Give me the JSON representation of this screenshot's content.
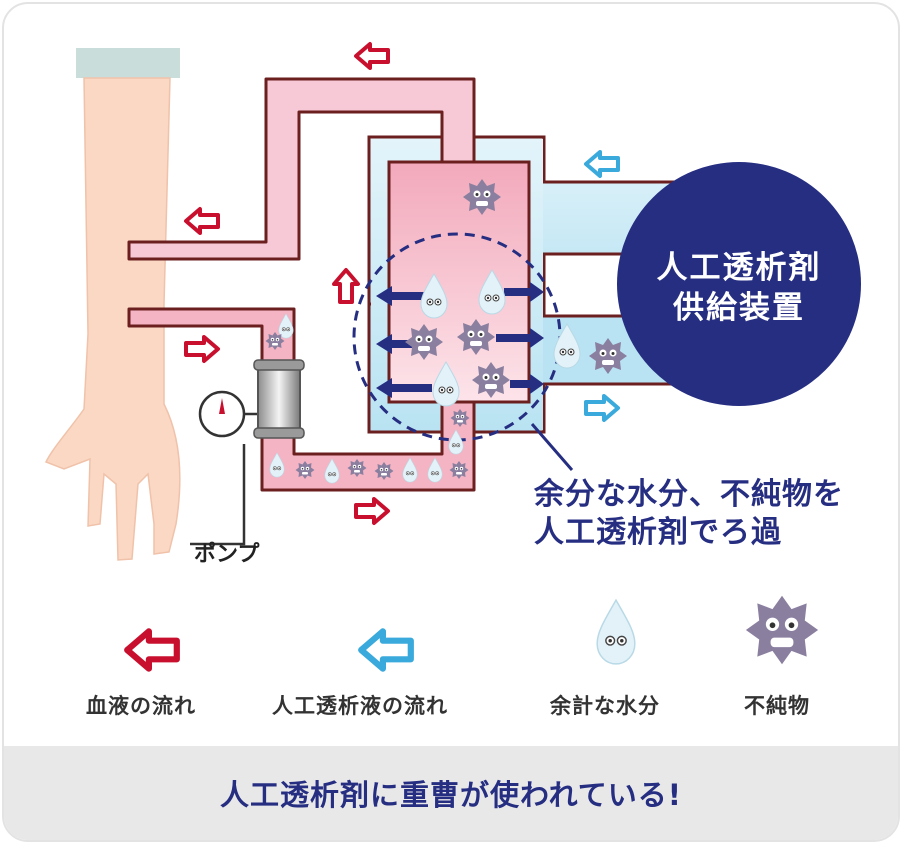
{
  "device": {
    "title_line1": "人工透析剤",
    "title_line2": "供給装置"
  },
  "callout": {
    "line1": "余分な水分、不純物を",
    "line2": "人工透析剤でろ過"
  },
  "pump": {
    "label": "ポンプ"
  },
  "legend": [
    {
      "label": "血液の流れ",
      "icon": "red-arrow-icon"
    },
    {
      "label": "人工透析液の流れ",
      "icon": "blue-arrow-icon"
    },
    {
      "label": "余計な水分",
      "icon": "water-drop-icon"
    },
    {
      "label": "不純物",
      "icon": "impurity-icon"
    }
  ],
  "footer": {
    "text": "人工透析剤に重曹が使われている!"
  },
  "colors": {
    "blood": "#c8102e",
    "dialysate": "#3aa9dc",
    "navy": "#262e82",
    "tube_outline": "#6b1f1f",
    "tube_fill": "#f7c9d6",
    "impurity": "#8b7fa0"
  }
}
